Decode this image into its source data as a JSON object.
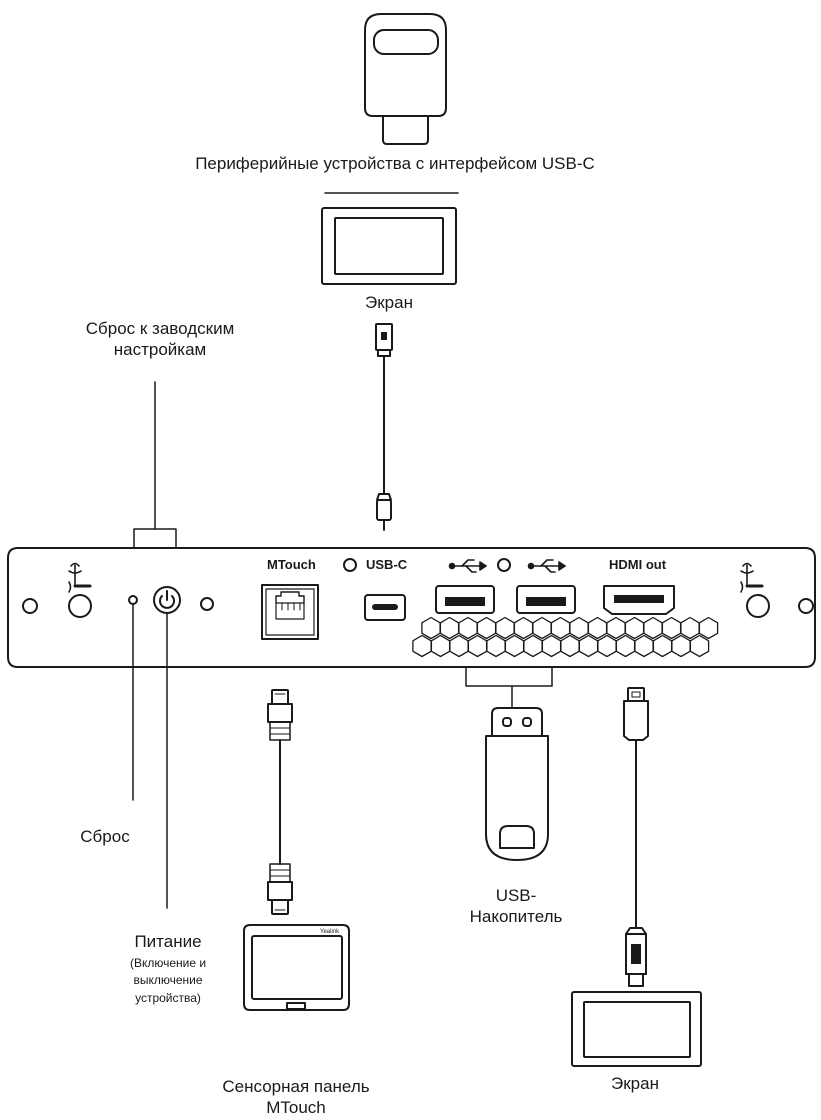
{
  "labels": {
    "usbc_peripherals": "Периферийные устройства с интерфейсом USB-C",
    "screen_top": "Экран",
    "factory_reset": "Сброс к заводским\nнастройкам",
    "reset": "Сброс",
    "power_title": "Питание",
    "power_note": "(Включение и\nвыключение\nустройства)",
    "touch_panel": "Сенсорная панель\nMTouch",
    "usb_storage": "USB-\nНакопитель",
    "screen_bottom": "Экран"
  },
  "panel": {
    "mtouch_port": "MTouch",
    "usbc_port": "USB-C",
    "hdmi_port": "HDMI out",
    "usb_symbol": "•⊸←"
  },
  "device_brand": "Yealink",
  "colors": {
    "stroke": "#1a1a1a",
    "fill": "#ffffff"
  }
}
